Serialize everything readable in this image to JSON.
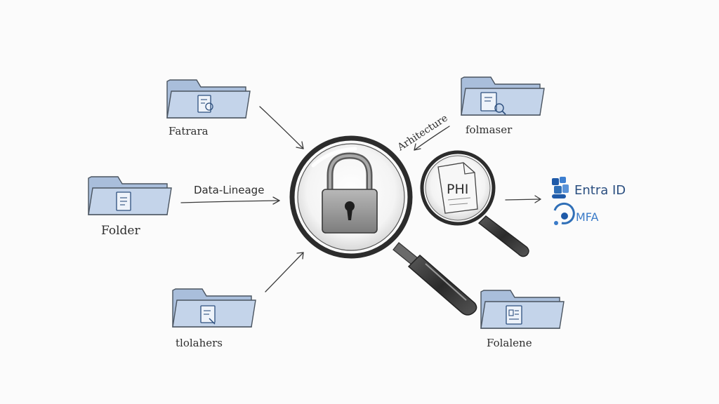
{
  "folders": {
    "top_left": "Fatrara",
    "mid_left": "Folder",
    "bottom_left": "tlolahers",
    "top_right": "folmaser",
    "bottom_right": "Folalene"
  },
  "arrow_labels": {
    "lineage": "Data-Lineage",
    "architecture": "Arhitecture"
  },
  "magnifier_small": {
    "doc_label": "PHI"
  },
  "identity": {
    "entra_label": "Entra ID",
    "mfa_label": "MFA"
  },
  "colors": {
    "folder_fill": "#c4d4ea",
    "folder_back": "#a9bedb",
    "icon_blue": "#2d4f7e",
    "entra_blue": "#2f6fb7",
    "mfa_blue": "#3a7bc8"
  },
  "icons": [
    "folder-icon",
    "document-icon",
    "padlock-icon",
    "magnifier-icon",
    "entra-id-logo-icon",
    "mfa-icon"
  ]
}
